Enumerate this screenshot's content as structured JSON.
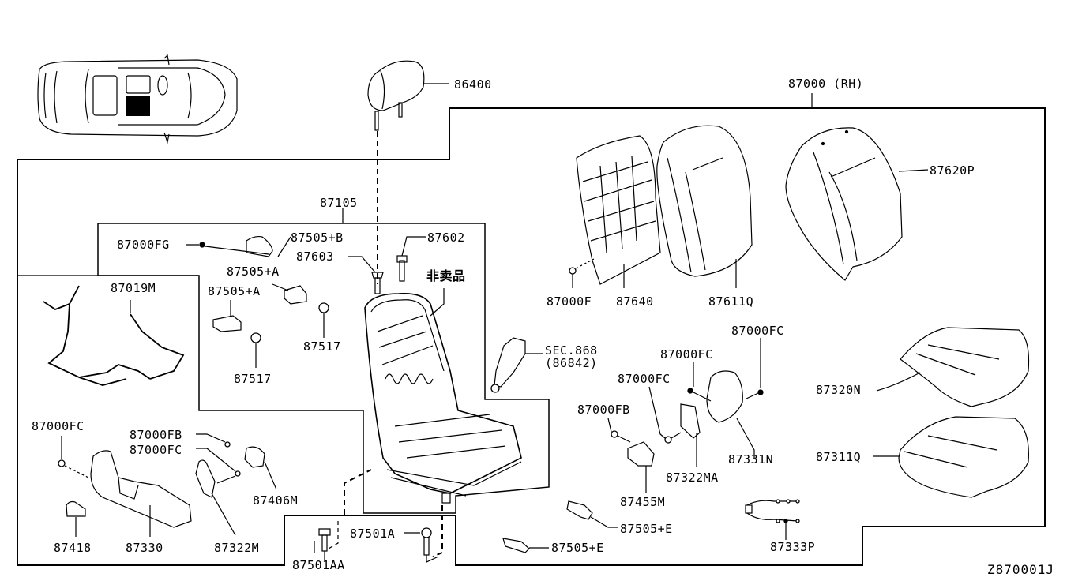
{
  "diagram": {
    "title": "Front Seat (RH) parts diagram",
    "reference_code": "Z870001J",
    "locator": {
      "name": "vehicle-top-view",
      "highlight": "front-right-seat"
    },
    "labels": {
      "headrest": "86400",
      "seat_assy_rh": "87000 (RH)",
      "back_trim": "87620P",
      "frame_assy": "87105",
      "screw_fg": "87000FG",
      "clip_b": "87505+B",
      "bolt_87602": "87602",
      "bolt_87603": "87603",
      "not_sold": "非卖品",
      "clip_a_top": "87505+A",
      "clip_a_left": "87505+A",
      "harness": "87019M",
      "grommet_left": "87517",
      "grommet_right": "87517",
      "screw_f": "87000F",
      "back_board": "87640",
      "back_pad": "87611Q",
      "seatbelt_sec": "SEC.868",
      "seatbelt_part": "(86842)",
      "screw_fc_top_right": "87000FC",
      "screw_fc_mid": "87000FC",
      "screw_fc_inner": "87000FC",
      "screw_fb_right": "87000FB",
      "cushion_trim": "87320N",
      "cushion_pad": "87311Q",
      "finisher_331": "87331N",
      "cover_322ma": "87322MA",
      "cover_455": "87455M",
      "clip_e_upper": "87505+E",
      "clip_e_lower": "87505+E",
      "harness_333": "87333P",
      "screw_fc_left": "87000FC",
      "screw_fb_left": "87000FB",
      "screw_fc_left2": "87000FC",
      "cover_406": "87406M",
      "knob_418": "87418",
      "finisher_330": "87330",
      "cover_322m": "87322M",
      "bolt_501a": "87501A",
      "bolt_501aa": "87501AA"
    }
  }
}
